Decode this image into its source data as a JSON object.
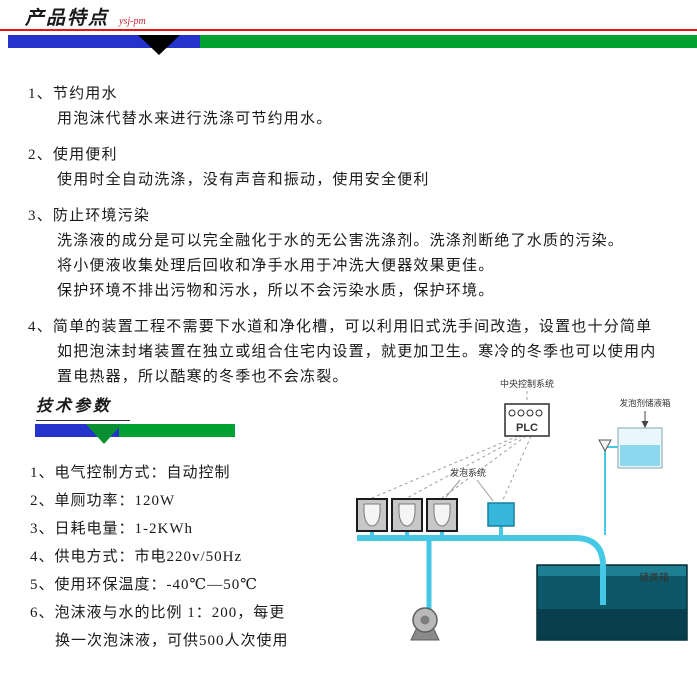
{
  "header": {
    "title": "产品特点",
    "suffix": "ysj-pm"
  },
  "features": {
    "items": [
      {
        "title": "1、节约用水",
        "lines": [
          "用泡沫代替水来进行洗涤可节约用水。"
        ]
      },
      {
        "title": "2、使用便利",
        "lines": [
          "使用时全自动洗涤，没有声音和振动，使用安全便利"
        ]
      },
      {
        "title": "3、防止环境污染",
        "lines": [
          "洗涤液的成分是可以完全融化于水的无公害洗涤剂。洗涤剂断绝了水质的污染。",
          "将小便液收集处理后回收和净手水用于冲洗大便器效果更佳。",
          "保护环境不排出污物和污水，所以不会污染水质，保护环境。"
        ]
      },
      {
        "title": "4、简单的装置工程不需要下水道和净化槽，可以利用旧式洗手间改造，设置也十分简单",
        "lines": [
          "如把泡沫封堵装置在独立或组合住宅内设置，就更加卫生。寒冷的冬季也可以使用内",
          "置电热器，所以酷寒的冬季也不会冻裂。"
        ]
      }
    ]
  },
  "tech": {
    "title": "技术参数",
    "items": [
      "1、电气控制方式：自动控制",
      "2、单厕功率：120W",
      "3、日耗电量：1-2KWh",
      "4、供电方式：市电220v/50Hz",
      "5、使用环保温度：-40℃—50℃",
      "6、泡沫液与水的比例 1：200，每更"
    ],
    "item6_wrap": "换一次泡沫液，可供500人次使用"
  },
  "diagram": {
    "labels": {
      "central_control": "中央控制系统",
      "plc": "PLC",
      "foam_agent_tank": "发泡剂储液箱",
      "foam_system": "发泡系统",
      "storage_tank": "储粪箱"
    },
    "colors": {
      "pipe": "#45c8e6",
      "storage_tank": "#0d5868",
      "foam_tank_liquid": "#8cd8ef"
    }
  },
  "colors": {
    "bar_blue": "#2433cb",
    "bar_green": "#00a332",
    "top_line_red": "#e61414",
    "suffix_red": "#c2233a"
  }
}
